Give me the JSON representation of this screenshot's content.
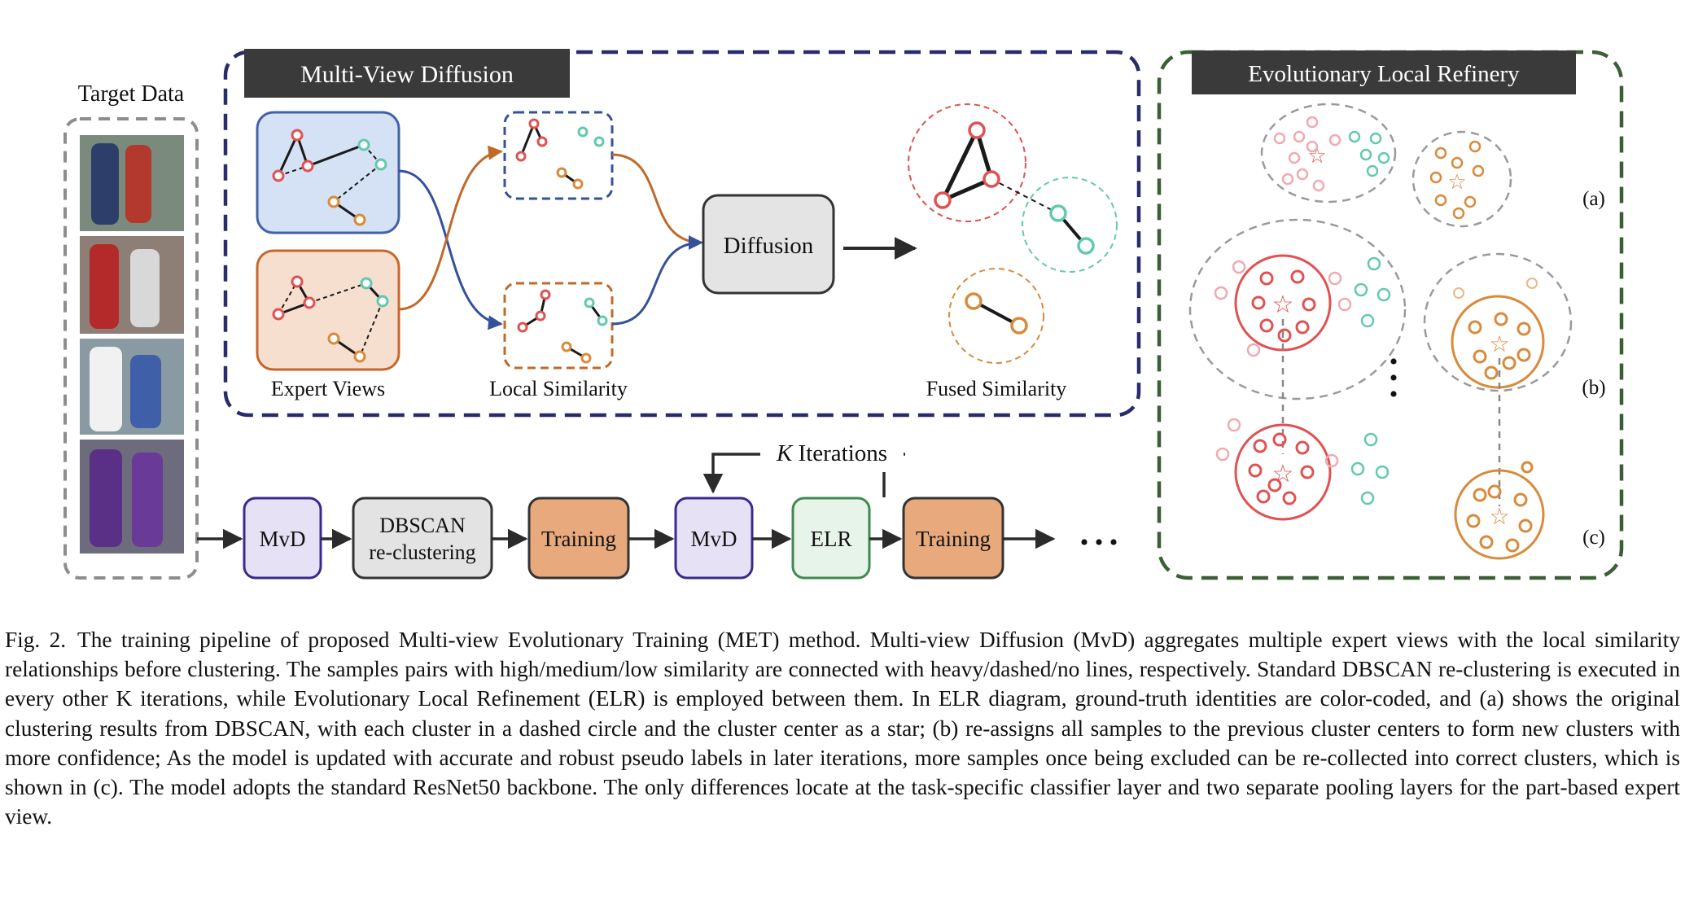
{
  "panels": {
    "target_data": "Target Data",
    "mvd_panel_title": "Multi-View Diffusion",
    "elr_panel_title": "Evolutionary Local Refinery"
  },
  "mvd": {
    "expert_views": "Expert Views",
    "local_similarity": "Local Similarity",
    "diffusion": "Diffusion",
    "fused_similarity": "Fused Similarity"
  },
  "pipeline": {
    "iterations_var": "K",
    "iterations_word": " Iterations",
    "mvd_1": "MvD",
    "dbscan_line1": "DBSCAN",
    "dbscan_line2": "re-clustering",
    "training_1": "Training",
    "mvd_2": "MvD",
    "elr": "ELR",
    "training_2": "Training",
    "ellipsis": "• • •"
  },
  "elr": {
    "label_a": "(a)",
    "label_b": "(b)",
    "label_c": "(c)",
    "vertical_dots": "•\n•\n•"
  },
  "colors": {
    "navy_dashed": "#2a2b6b",
    "green_dashed": "#3c5e36",
    "title_bar": "#3a3a3a",
    "expert_blue_fill": "#d5e1f4",
    "expert_blue_border": "#3e63a8",
    "expert_orange_fill": "#f6dfcf",
    "expert_orange_border": "#c7672a",
    "red": "#e05252",
    "teal": "#63c9ae",
    "orange": "#d98a3a",
    "pink": "#f0aab0",
    "mvd_box_fill": "#e6e1f5",
    "mvd_box_border": "#3b2a8c",
    "dbscan_fill": "#e3e3e3",
    "training_fill": "#e8a97d",
    "elr_fill": "#e6f4ea",
    "elr_border": "#3f8a4f"
  },
  "caption": {
    "label": "Fig. 2.",
    "text": "The training pipeline of proposed Multi-view Evolutionary Training (MET) method. Multi-view Diffusion (MvD) aggregates multiple expert views with the local similarity relationships before clustering. The samples pairs with high/medium/low similarity are connected with heavy/dashed/no lines, respectively. Standard DBSCAN re-clustering is executed in every other K iterations, while Evolutionary Local Refinement (ELR) is employed between them. In ELR diagram, ground-truth identities are color-coded, and (a) shows the original clustering results from DBSCAN, with each cluster in a dashed circle and the cluster center as a star; (b) re-assigns all samples to the previous cluster centers to form new clusters with more confidence; As the model is updated with accurate and robust pseudo labels in later iterations, more samples once being excluded can be re-collected into correct clusters, which is shown in (c). The model adopts the standard ResNet50 backbone. The only differences locate at the task-specific classifier layer and two separate pooling layers for the part-based expert view."
  }
}
